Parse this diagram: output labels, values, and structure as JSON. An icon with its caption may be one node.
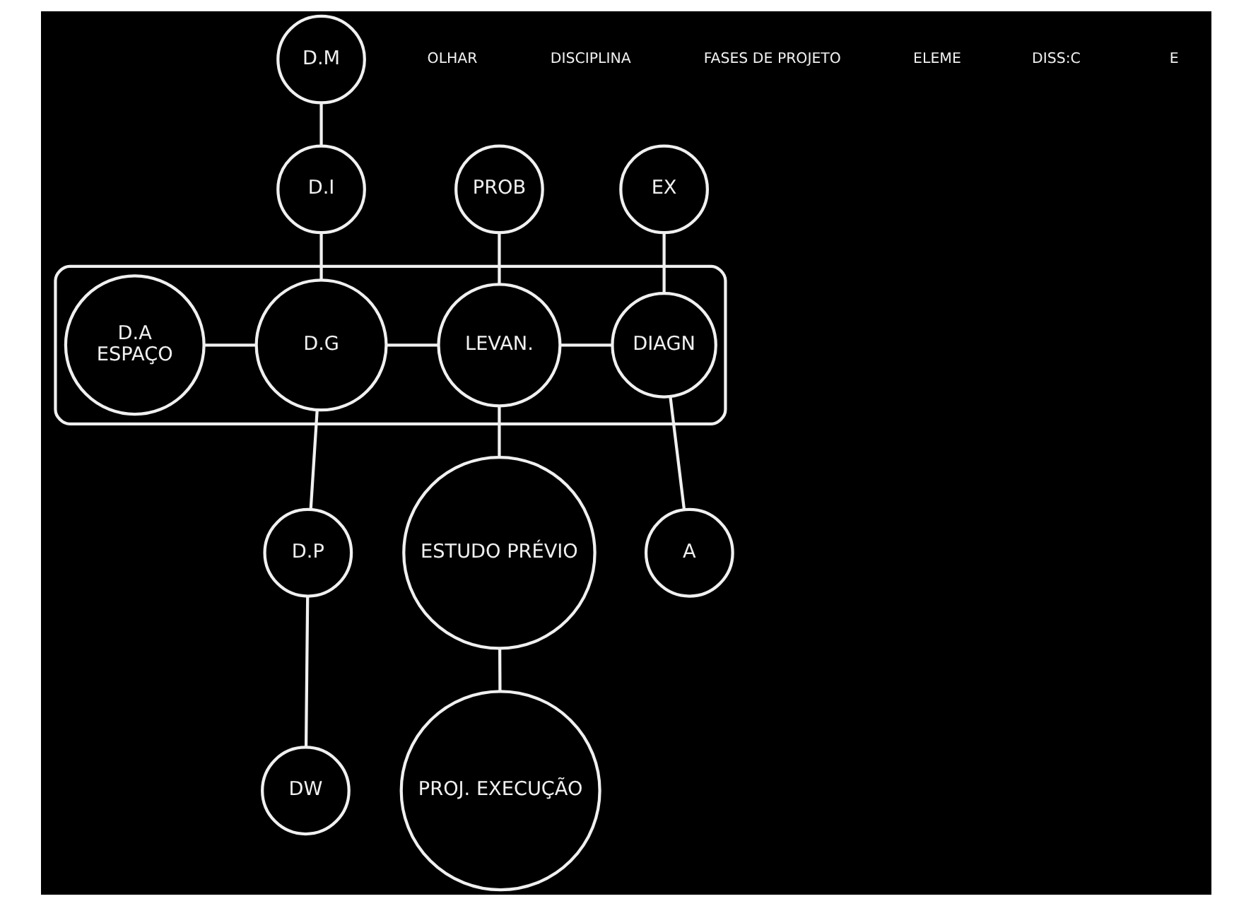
{
  "diagram": {
    "nodes": [
      {
        "text": [],
        "shape": "band"
      },
      {
        "text": [
          "D.A",
          "ESPAÇO"
        ],
        "in": 0
      },
      {
        "text": [
          "D.G"
        ],
        "in": 0
      },
      {
        "text": [
          "LEVAN."
        ],
        "in": 0
      },
      {
        "text": [
          "DIAGN"
        ],
        "in": 0
      },
      {
        "text": [
          "D.M"
        ]
      },
      {
        "text": [
          "D.I"
        ]
      },
      {
        "text": [
          "D.P"
        ]
      },
      {
        "text": [
          "DW"
        ]
      },
      {
        "text": [
          "PROB"
        ]
      },
      {
        "text": [
          "ESTUDO PRÉVIO"
        ]
      },
      {
        "text": [
          "PROJ. EXECUÇÃO"
        ]
      },
      {
        "text": [
          "EX"
        ]
      },
      {
        "text": [
          "A"
        ]
      }
    ],
    "edges": [
      {
        "from": 1,
        "to": 2,
        "arrow": "none"
      },
      {
        "from": 2,
        "to": 3,
        "arrow": "none"
      },
      {
        "from": 3,
        "to": 4,
        "arrow": "none"
      },
      {
        "from": 5,
        "to": 6,
        "arrow": "none"
      },
      {
        "from": 6,
        "to": 2,
        "arrow": "none"
      },
      {
        "from": 2,
        "to": 7,
        "arrow": "none"
      },
      {
        "from": 7,
        "to": 8,
        "arrow": "none"
      },
      {
        "from": 9,
        "to": 3,
        "arrow": "none"
      },
      {
        "from": 3,
        "to": 10,
        "arrow": "none"
      },
      {
        "from": 10,
        "to": 11,
        "arrow": "none"
      },
      {
        "from": 12,
        "to": 4,
        "arrow": "none"
      },
      {
        "from": 4,
        "to": 13,
        "arrow": "none"
      }
    ],
    "labels": [
      "OLHAR",
      "DISCIPLINA",
      "FASES DE PROJETO",
      "ELEME",
      "DISS:C",
      "E"
    ]
  }
}
